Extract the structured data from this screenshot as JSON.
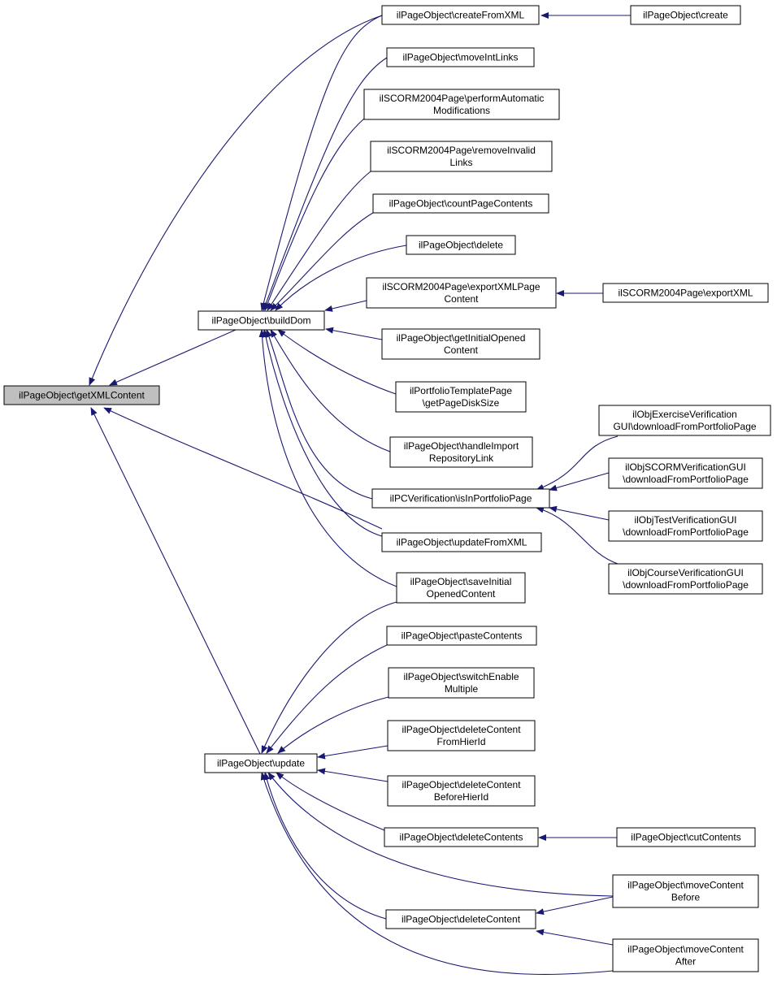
{
  "graph": {
    "colors": {
      "edge": "#191970",
      "node_border": "#000000",
      "highlight_fill": "#bfbfbf",
      "node_fill": "#ffffff"
    },
    "nodes": {
      "getXMLContent": {
        "lines": [
          "ilPageObject\\getXMLContent"
        ]
      },
      "buildDom": {
        "lines": [
          "ilPageObject\\buildDom"
        ]
      },
      "update": {
        "lines": [
          "ilPageObject\\update"
        ]
      },
      "updateFromXML": {
        "lines": [
          "ilPageObject\\updateFromXML"
        ]
      },
      "createFromXML": {
        "lines": [
          "ilPageObject\\createFromXML"
        ]
      },
      "create": {
        "lines": [
          "ilPageObject\\create"
        ]
      },
      "moveIntLinks": {
        "lines": [
          "ilPageObject\\moveIntLinks"
        ]
      },
      "performAutomaticModifications": {
        "lines": [
          "ilSCORM2004Page\\performAutomatic",
          "Modifications"
        ]
      },
      "removeInvalidLinks": {
        "lines": [
          "ilSCORM2004Page\\removeInvalid",
          "Links"
        ]
      },
      "countPageContents": {
        "lines": [
          "ilPageObject\\countPageContents"
        ]
      },
      "delete": {
        "lines": [
          "ilPageObject\\delete"
        ]
      },
      "exportXMLPageContent": {
        "lines": [
          "ilSCORM2004Page\\exportXMLPage",
          "Content"
        ]
      },
      "exportXML": {
        "lines": [
          "ilSCORM2004Page\\exportXML"
        ]
      },
      "getInitialOpenedContent": {
        "lines": [
          "ilPageObject\\getInitialOpened",
          "Content"
        ]
      },
      "getPageDiskSize": {
        "lines": [
          "ilPortfolioTemplatePage",
          "\\getPageDiskSize"
        ]
      },
      "handleImportRepositoryLink": {
        "lines": [
          "ilPageObject\\handleImport",
          "RepositoryLink"
        ]
      },
      "isInPortfolioPage": {
        "lines": [
          "ilPCVerification\\isInPortfolioPage"
        ]
      },
      "exerciseDownload": {
        "lines": [
          "ilObjExerciseVerification",
          "GUI\\downloadFromPortfolioPage"
        ]
      },
      "scormDownload": {
        "lines": [
          "ilObjSCORMVerificationGUI",
          "\\downloadFromPortfolioPage"
        ]
      },
      "testDownload": {
        "lines": [
          "ilObjTestVerificationGUI",
          "\\downloadFromPortfolioPage"
        ]
      },
      "courseDownload": {
        "lines": [
          "ilObjCourseVerificationGUI",
          "\\downloadFromPortfolioPage"
        ]
      },
      "saveInitialOpenedContent": {
        "lines": [
          "ilPageObject\\saveInitial",
          "OpenedContent"
        ]
      },
      "pasteContents": {
        "lines": [
          "ilPageObject\\pasteContents"
        ]
      },
      "switchEnableMultiple": {
        "lines": [
          "ilPageObject\\switchEnable",
          "Multiple"
        ]
      },
      "deleteContentFromHierId": {
        "lines": [
          "ilPageObject\\deleteContent",
          "FromHierId"
        ]
      },
      "deleteContentBeforeHierId": {
        "lines": [
          "ilPageObject\\deleteContent",
          "BeforeHierId"
        ]
      },
      "deleteContents": {
        "lines": [
          "ilPageObject\\deleteContents"
        ]
      },
      "cutContents": {
        "lines": [
          "ilPageObject\\cutContents"
        ]
      },
      "moveContentBefore": {
        "lines": [
          "ilPageObject\\moveContent",
          "Before"
        ]
      },
      "deleteContent": {
        "lines": [
          "ilPageObject\\deleteContent"
        ]
      },
      "moveContentAfter": {
        "lines": [
          "ilPageObject\\moveContent",
          "After"
        ]
      }
    },
    "edges": [
      {
        "from": "createFromXML",
        "to": "getXMLContent"
      },
      {
        "from": "buildDom",
        "to": "getXMLContent"
      },
      {
        "from": "updateFromXML",
        "to": "getXMLContent"
      },
      {
        "from": "update",
        "to": "getXMLContent"
      },
      {
        "from": "create",
        "to": "createFromXML"
      },
      {
        "from": "createFromXML",
        "to": "buildDom"
      },
      {
        "from": "moveIntLinks",
        "to": "buildDom"
      },
      {
        "from": "performAutomaticModifications",
        "to": "buildDom"
      },
      {
        "from": "removeInvalidLinks",
        "to": "buildDom"
      },
      {
        "from": "countPageContents",
        "to": "buildDom"
      },
      {
        "from": "delete",
        "to": "buildDom"
      },
      {
        "from": "exportXMLPageContent",
        "to": "buildDom"
      },
      {
        "from": "getInitialOpenedContent",
        "to": "buildDom"
      },
      {
        "from": "getPageDiskSize",
        "to": "buildDom"
      },
      {
        "from": "handleImportRepositoryLink",
        "to": "buildDom"
      },
      {
        "from": "isInPortfolioPage",
        "to": "buildDom"
      },
      {
        "from": "updateFromXML",
        "to": "buildDom"
      },
      {
        "from": "saveInitialOpenedContent",
        "to": "buildDom"
      },
      {
        "from": "exportXML",
        "to": "exportXMLPageContent"
      },
      {
        "from": "exerciseDownload",
        "to": "isInPortfolioPage"
      },
      {
        "from": "scormDownload",
        "to": "isInPortfolioPage"
      },
      {
        "from": "testDownload",
        "to": "isInPortfolioPage"
      },
      {
        "from": "courseDownload",
        "to": "isInPortfolioPage"
      },
      {
        "from": "saveInitialOpenedContent",
        "to": "update"
      },
      {
        "from": "pasteContents",
        "to": "update"
      },
      {
        "from": "switchEnableMultiple",
        "to": "update"
      },
      {
        "from": "deleteContentFromHierId",
        "to": "update"
      },
      {
        "from": "deleteContentBeforeHierId",
        "to": "update"
      },
      {
        "from": "deleteContents",
        "to": "update"
      },
      {
        "from": "moveContentBefore",
        "to": "update"
      },
      {
        "from": "deleteContent",
        "to": "update"
      },
      {
        "from": "moveContentAfter",
        "to": "update"
      },
      {
        "from": "cutContents",
        "to": "deleteContents"
      },
      {
        "from": "moveContentBefore",
        "to": "deleteContent"
      },
      {
        "from": "moveContentAfter",
        "to": "deleteContent"
      }
    ]
  }
}
